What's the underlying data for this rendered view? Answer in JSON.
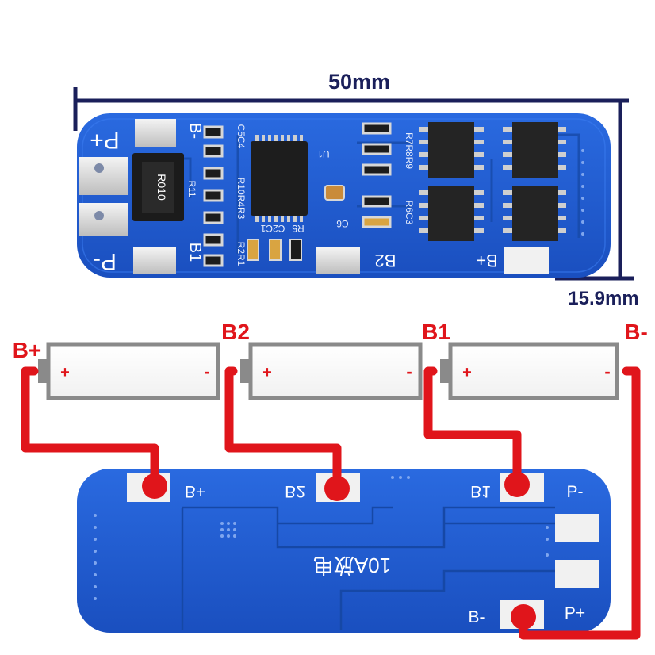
{
  "dimensions": {
    "width_label": "50mm",
    "height_label": "15.9mm"
  },
  "top_board": {
    "pads": {
      "p_plus": "P+",
      "p_minus": "P-",
      "b_minus": "B-",
      "b1": "B1",
      "b2": "B2",
      "b_plus": "B+"
    },
    "resistor_marking": "R010",
    "component_labels": {
      "r11": "R11",
      "c5c4": "C5C4",
      "r10r4r3": "R10R4R3",
      "r2r1": "R2R1",
      "c2c1": "C2C1",
      "r5": "R5",
      "c6": "C6",
      "u1": "U1",
      "r7r8r9": "R7R8R9",
      "r6c3": "R6C3"
    }
  },
  "cells": [
    {
      "plus": "+",
      "minus": "-"
    },
    {
      "plus": "+",
      "minus": "-"
    },
    {
      "plus": "+",
      "minus": "-"
    }
  ],
  "terminals": {
    "b_plus": "B+",
    "b2": "B2",
    "b1": "B1",
    "b_minus": "B-"
  },
  "bottom_board": {
    "pads": {
      "b_plus": "B+",
      "b2": "B2",
      "b1": "B1",
      "p_minus": "P-",
      "b_minus": "B-",
      "p_plus": "P+"
    },
    "marking": "10A放电"
  },
  "colors": {
    "board_blue": "#1f5bd0",
    "wire_red": "#e0151b",
    "dimension_navy": "#1a1f5a",
    "battery_outline": "#8a8a8a"
  }
}
